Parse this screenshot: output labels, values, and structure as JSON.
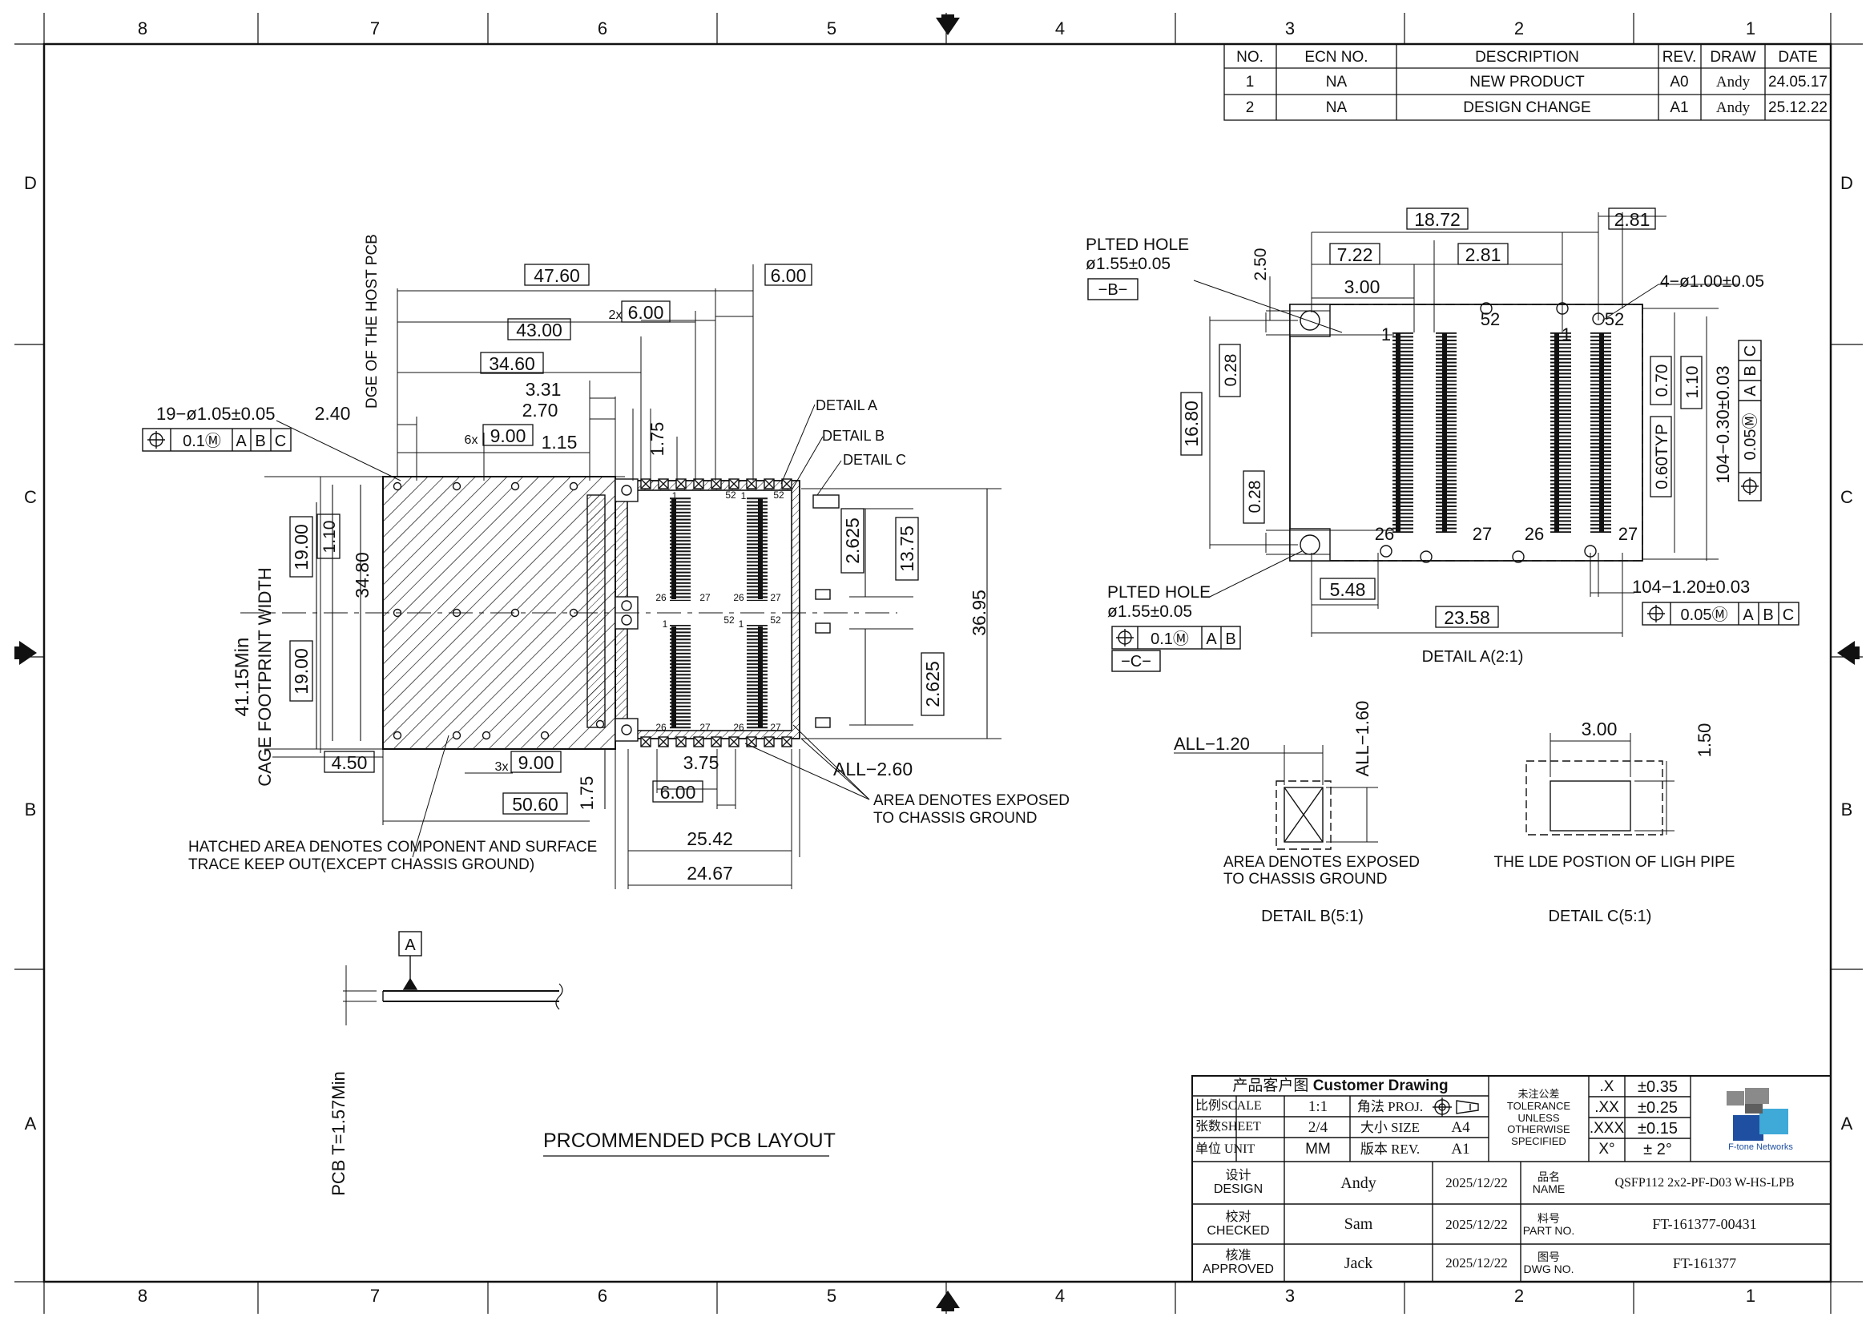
{
  "border": {
    "cols": [
      "8",
      "7",
      "6",
      "5",
      "4",
      "3",
      "2",
      "1"
    ],
    "rows": [
      "D",
      "C",
      "B",
      "A"
    ]
  },
  "revision_table": {
    "headers": [
      "NO.",
      "ECN NO.",
      "DESCRIPTION",
      "REV.",
      "DRAW",
      "DATE"
    ],
    "rows": [
      [
        "1",
        "NA",
        "NEW  PRODUCT",
        "A0",
        "Andy",
        "24.05.17"
      ],
      [
        "2",
        "NA",
        "DESIGN CHANGE",
        "A1",
        "Andy",
        "25.12.22"
      ]
    ]
  },
  "main_view": {
    "edge_label": "DGE OF THE HOST PCB",
    "width_label": "41.15Min\nCAGE FOOTPRINT WIDTH",
    "hole_callout": "19−ø1.05±0.05",
    "tolerance_frame": [
      "0.1Ⓜ",
      "A",
      "B",
      "C"
    ],
    "dims_top": [
      "47.60",
      "43.00",
      "34.60",
      "3.31",
      "2.70",
      "1.15",
      "6.00",
      "2x",
      "6.00",
      "6x",
      "9.00",
      "2.40",
      "1.75"
    ],
    "dims_left": [
      "19.00",
      "1.10",
      "34.80",
      "19.00"
    ],
    "dims_right": [
      "2.625",
      "13.75",
      "36.95",
      "2.625"
    ],
    "dims_bottom": [
      "4.50",
      "3x",
      "9.00",
      "50.60",
      "1.75",
      "3.75",
      "6.00",
      "25.42",
      "24.67",
      "ALL−2.60"
    ],
    "detail_labels": [
      "DETAIL  A",
      "DETAIL  B",
      "DETAIL  C"
    ],
    "pin_labels": [
      "1",
      "52",
      "1",
      "52",
      "26",
      "27",
      "26",
      "27",
      "1",
      "52",
      "1",
      "52",
      "26",
      "27",
      "26",
      "27"
    ],
    "note_chassis": "AREA DENOTES EXPOSED\nTO CHASSIS GROUND",
    "note_hatched": "HATCHED AREA DENOTES COMPONENT AND SURFACE\nTRACE KEEP OUT(EXCEPT CHASSIS GROUND)"
  },
  "detail_a": {
    "plted_hole_top": "PLTED  HOLE\nø1.55±0.05",
    "datum_b": "−B−",
    "plted_hole_bottom": "PLTED  HOLE\nø1.55±0.05",
    "datum_c": "−C−",
    "frame_bottom_left": [
      "0.1Ⓜ",
      "A",
      "B"
    ],
    "frame_right_bottom": [
      "0.05Ⓜ",
      "A",
      "B",
      "C"
    ],
    "frame_right_vertical": [
      "0.05Ⓜ",
      "A",
      "B",
      "C"
    ],
    "hole_callout": "4−ø1.00±0.05",
    "dims": [
      "18.72",
      "2.81",
      "7.22",
      "2.81",
      "3.00",
      "2.50",
      "0.28",
      "16.80",
      "0.28",
      "0.70",
      "1.10",
      "0.60TYP",
      "104−0.30±0.03",
      "5.48",
      "23.58",
      "104−1.20±0.03"
    ],
    "pin_labels": [
      "1",
      "52",
      "1",
      "52",
      "26",
      "27",
      "26",
      "27"
    ],
    "caption": "DETAIL  A(2:1)"
  },
  "detail_b": {
    "dims": [
      "ALL−1.20",
      "ALL−1.60"
    ],
    "note": "AREA  DENOTES  EXPOSED\nTO  CHASSIS  GROUND",
    "caption": "DETAIL  B(5:1)"
  },
  "detail_c": {
    "dims": [
      "3.00",
      "1.50"
    ],
    "note": "THE  LDE  POSTION  OF  LIGH  PIPE",
    "caption": "DETAIL  C(5:1)"
  },
  "section_view": {
    "datum": "A",
    "pcb_label": "PCB  T=1.57Min",
    "title": "PRCOMMENDED  PCB  LAYOUT"
  },
  "title_block": {
    "drawing_type_cn": "产品客户图",
    "drawing_type": "Customer Drawing",
    "scale_label": "比例SCALE",
    "scale": "1:1",
    "proj_label": "角法 PROJ.",
    "sheet_label": "张数SHEET",
    "sheet": "2/4",
    "size_label": "大小 SIZE",
    "size": "A4",
    "unit_label": "单位 UNIT",
    "unit": "MM",
    "rev_label": "版本 REV.",
    "rev": "A1",
    "tolerance_label": "未注公差\nTOLERANCE\nUNLESS\nOTHERWISE\nSPECIFIED",
    "tolerances": [
      {
        "k": ".X",
        "v": "±0.35"
      },
      {
        "k": ".XX",
        "v": "±0.25"
      },
      {
        "k": ".XXX",
        "v": "±0.15"
      },
      {
        "k": "X°",
        "v": "±  2°"
      }
    ],
    "logo_text": "F-tone Networks",
    "design_label": "设计\nDESIGN",
    "designer": "Andy",
    "design_date": "2025/12/22",
    "checked_label": "校对\nCHECKED",
    "checker": "Sam",
    "checked_date": "2025/12/22",
    "approved_label": "核准\nAPPROVED",
    "approver": "Jack",
    "approved_date": "2025/12/22",
    "name_label": "品名\nNAME",
    "name": "QSFP112 2x2-PF-D03 W-HS-LPB",
    "part_label": "料号\nPART NO.",
    "part_no": "FT-161377-00431",
    "dwg_label": "图号\nDWG NO.",
    "dwg_no": "FT-161377"
  },
  "colors": {
    "line": "#111111",
    "logo_blue": "#1f4fa0",
    "logo_cyan": "#3fa9d8",
    "logo_grey": "#8a8a8a"
  }
}
